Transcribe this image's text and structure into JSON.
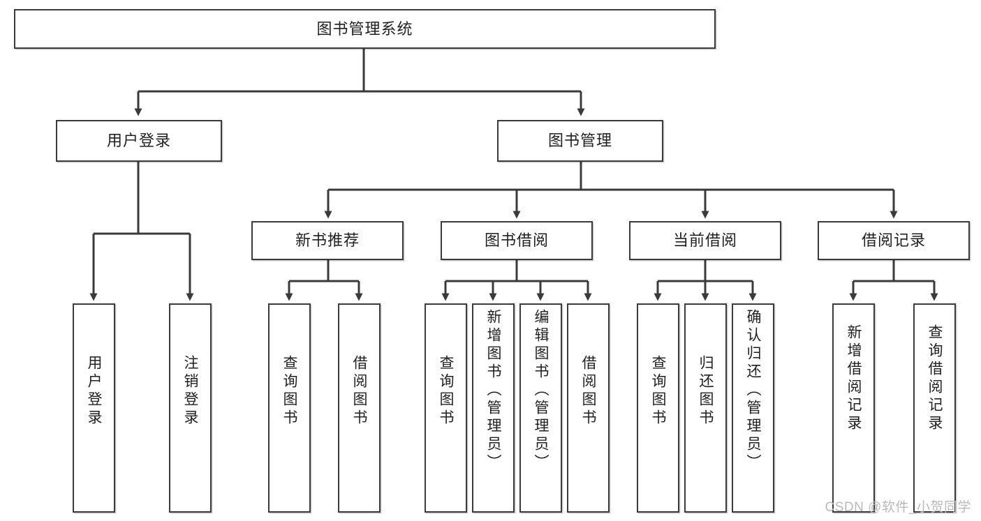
{
  "diagram": {
    "title": "图书管理系统",
    "type": "tree-hierarchy-diagram",
    "root": {
      "id": "root",
      "label": "图书管理系统"
    },
    "level2": [
      {
        "id": "user-login",
        "label": "用户登录"
      },
      {
        "id": "book-management",
        "label": "图书管理"
      }
    ],
    "level3": [
      {
        "id": "new-book-recommend",
        "label": "新书推荐"
      },
      {
        "id": "book-borrow",
        "label": "图书借阅"
      },
      {
        "id": "current-borrow",
        "label": "当前借阅"
      },
      {
        "id": "borrow-record",
        "label": "借阅记录"
      }
    ],
    "leaves": {
      "user_login": [
        {
          "id": "leaf-user-login",
          "label": "用户登录"
        },
        {
          "id": "leaf-logout-login",
          "label": "注销登录"
        }
      ],
      "new_book_recommend": [
        {
          "id": "leaf-query-book-1",
          "label": "查询图书"
        },
        {
          "id": "leaf-borrow-book-1",
          "label": "借阅图书"
        }
      ],
      "book_borrow": [
        {
          "id": "leaf-query-book-2",
          "label": "查询图书"
        },
        {
          "id": "leaf-add-book",
          "label": "新增图书（管理员）"
        },
        {
          "id": "leaf-edit-book",
          "label": "编辑图书（管理员）"
        },
        {
          "id": "leaf-borrow-book-2",
          "label": "借阅图书"
        }
      ],
      "current_borrow": [
        {
          "id": "leaf-query-book-3",
          "label": "查询图书"
        },
        {
          "id": "leaf-return-book",
          "label": "归还图书"
        },
        {
          "id": "leaf-confirm-return",
          "label": "确认归还（管理员）"
        }
      ],
      "borrow_record": [
        {
          "id": "leaf-add-record",
          "label": "新增借阅记录"
        },
        {
          "id": "leaf-query-record",
          "label": "查询借阅记录"
        }
      ]
    },
    "colors": {
      "stroke": "#3a3a3a",
      "fill": "#ffffff",
      "text": "#1f1f1f",
      "watermark": "#b9b9b9"
    }
  },
  "watermark": {
    "text": "CSDN @软件_小贺同学"
  }
}
